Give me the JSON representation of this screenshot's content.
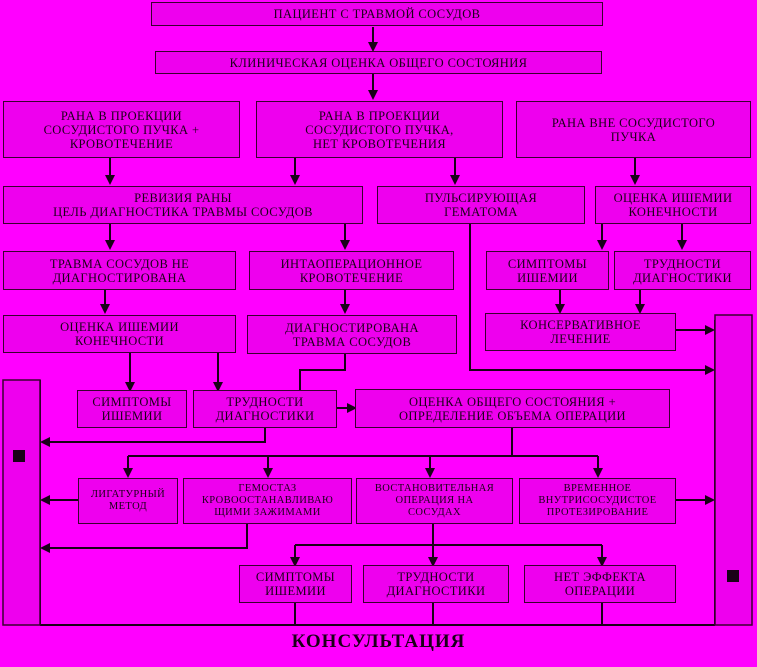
{
  "nodes": {
    "patient": "ПАЦИЕНТ С ТРАВМОЙ СОСУДОВ",
    "clinical_eval": "КЛИНИЧЕСКАЯ ОЦЕНКА ОБЩЕГО СОСТОЯНИЯ",
    "wound_bleeding": "РАНА В ПРОЕКЦИИ\nСОСУДИСТОГО ПУЧКА +\nКРОВОТЕЧЕНИЕ",
    "wound_no_bleeding": "РАНА В ПРОЕКЦИИ\nСОСУДИСТОГО ПУЧКА,\nНЕТ КРОВОТЕЧЕНИЯ",
    "wound_outside": "РАНА ВНЕ СОСУДИСТОГО\nПУЧКА",
    "revision": "РЕВИЗИЯ РАНЫ\nЦЕЛЬ  ДИАГНОСТИКА ТРАВМЫ СОСУДОВ",
    "pulsating": "ПУЛЬСИРУЮЩАЯ\nГЕМАТОМА",
    "ischemia_eval_right": "ОЦЕНКА ИШЕМИИ\nКОНЕЧНОСТИ",
    "not_diagnosed": "ТРАВМА СОСУДОВ НЕ\nДИАГНОСТИРОВАНА",
    "intraop_bleeding": "ИНТАОПЕРАЦИОННОЕ\nКРОВОТЕЧЕНИЕ",
    "symptoms_right": "СИМПТОМЫ\nИШЕМИИ",
    "difficulty_right": "ТРУДНОСТИ\nДИАГНОСТИКИ",
    "ischemia_eval_left": "ОЦЕНКА ИШЕМИИ\nКОНЕЧНОСТИ",
    "diagnosed": "ДИАГНОСТИРОВАНА\nТРАВМА СОСУДОВ",
    "conservative": "КОНСЕРВАТИВНОЕ\nЛЕЧЕНИЕ",
    "symptoms_left": "СИМПТОМЫ\nИШЕМИИ",
    "difficulty_left": "ТРУДНОСТИ\nДИАГНОСТИКИ",
    "general_eval": "ОЦЕНКА ОБЩЕГО СОСТОЯНИЯ +\nОПРЕДЕЛЕНИЕ ОБЪЕМА ОПЕРАЦИИ",
    "ligature": "ЛИГАТУРНЫЙ\nМЕТОД",
    "hemostasis": "ГЕМОСТАЗ\nКРОВООСТАНАВЛИВАЮ\nЩИМИ ЗАЖИМАМИ",
    "restorative": "ВОСТАНОВИТЕЛЬНАЯ\nОПЕРАЦИЯ НА\nСОСУДАХ",
    "temporary": "ВРЕМЕННОЕ\nВНУТРИСОСУДИСТОЕ\nПРОТЕЗИРОВАНИЕ",
    "symptoms_bottom": "СИМПТОМЫ\nИШЕМИИ",
    "difficulty_bottom": "ТРУДНОСТИ\nДИАГНОСТИКИ",
    "no_effect": "НЕТ  ЭФФЕКТА\nОПЕРАЦИИ"
  },
  "footer_label": "КОНСУЛЬТАЦИЯ",
  "colors": {
    "background": "#ff00ff",
    "box": "#ee00ee",
    "line": "#1a0018"
  }
}
